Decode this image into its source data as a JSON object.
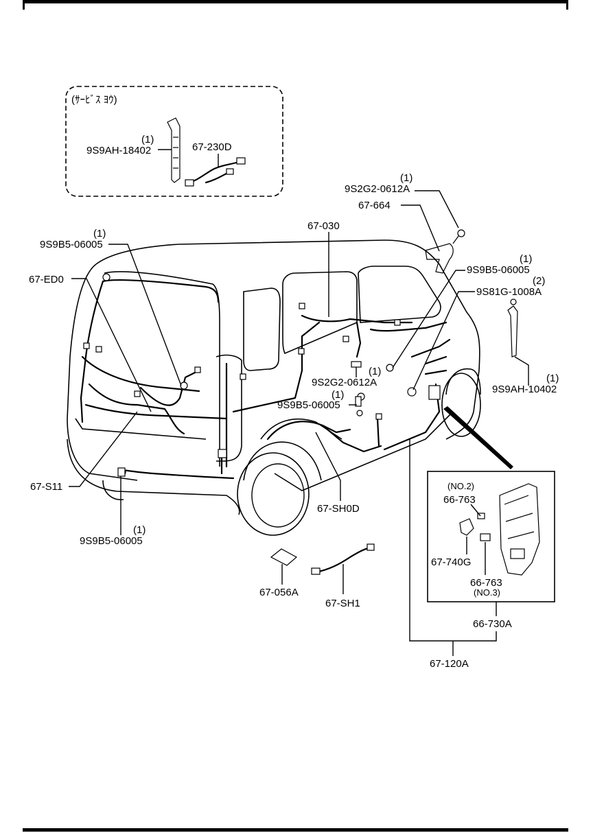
{
  "service_box": {
    "title": "(ｻｰﾋﾞｽ ﾖｳ)",
    "parts": [
      {
        "qty": "(1)",
        "code": "9S9AH-18402"
      },
      {
        "qty": "",
        "code": "67-230D"
      }
    ]
  },
  "labels": {
    "p_9s2g2_top_qty": "(1)",
    "p_9s2g2_top": "9S2G2-0612A",
    "p_67_664": "67-664",
    "p_67_030": "67-030",
    "p_9s9b5_left_qty": "(1)",
    "p_9s9b5_left": "9S9B5-06005",
    "p_67_ed0": "67-ED0",
    "p_9s9b5_right_qty": "(1)",
    "p_9s9b5_right": "9S9B5-06005",
    "p_9s81g_qty": "(2)",
    "p_9s81g": "9S81G-1008A",
    "p_9s2g2_mid_qty": "(1)",
    "p_9s2g2_mid": "9S2G2-0612A",
    "p_9s9b5_mid_qty": "(1)",
    "p_9s9b5_mid": "9S9B5-06005",
    "p_9s9ah_right_qty": "(1)",
    "p_9s9ah_right": "9S9AH-10402",
    "p_67_s11": "67-S11",
    "p_9s9b5_bottom_qty": "(1)",
    "p_9s9b5_bottom": "9S9B5-06005",
    "p_67_sh0d": "67-SH0D",
    "p_67_056a": "67-056A",
    "p_67_sh1": "67-SH1",
    "p_66_730a": "66-730A",
    "p_67_120a": "67-120A"
  },
  "detail_box": {
    "no2": "(NO.2)",
    "p_66_763_a": "66-763",
    "p_67_740g": "67-740G",
    "p_66_763_b": "66-763",
    "no3": "(NO.3)"
  }
}
